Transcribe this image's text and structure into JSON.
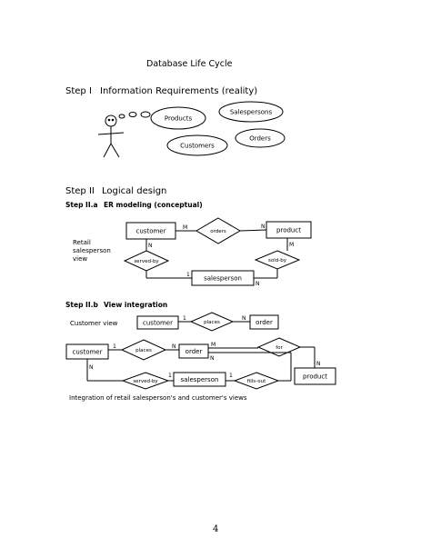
{
  "title": "Database Life Cycle",
  "step1": {
    "label": "Step I",
    "heading": "Information Requirements (reality)",
    "bubbles": [
      "Products",
      "Salespersons",
      "Orders",
      "Customers"
    ]
  },
  "step2": {
    "label": "Step II",
    "heading": "Logical design",
    "sub_a": {
      "label": "Step II.a",
      "heading": "ER modeling (conceptual)",
      "view_label": [
        "Retail",
        "salesperson",
        "view"
      ],
      "entities": {
        "customer": "customer",
        "product": "product",
        "salesperson": "salesperson"
      },
      "relationships": {
        "orders": "orders",
        "served_by": "served-by",
        "sold_by": "sold-by"
      },
      "cardinalities": {
        "customer_orders": "M",
        "orders_product": "N",
        "customer_served": "N",
        "product_sold": "M",
        "served_salesperson": "1",
        "salesperson_sold": "N"
      }
    },
    "sub_b": {
      "label": "Step II.b",
      "heading": "View integration",
      "customer_view_label": "Customer view",
      "customer_view": {
        "customer": "customer",
        "places": "places",
        "order": "order",
        "card_left": "1",
        "card_right": "N"
      },
      "integrated": {
        "customer": "customer",
        "places": "places",
        "order": "order",
        "for": "for",
        "product": "product",
        "served_by": "served-by",
        "salesperson": "salesperson",
        "fills_out": "fills-out",
        "card_customer_places": "1",
        "card_places_order": "N",
        "card_order_for": "M",
        "card_for_product": "N",
        "card_customer_served": "N",
        "card_served_salesperson": "1",
        "card_salesperson_fills": "1",
        "card_fills_order": "N"
      },
      "caption": "Integration of retail salesperson's and customer's views"
    }
  },
  "page_number": "4"
}
